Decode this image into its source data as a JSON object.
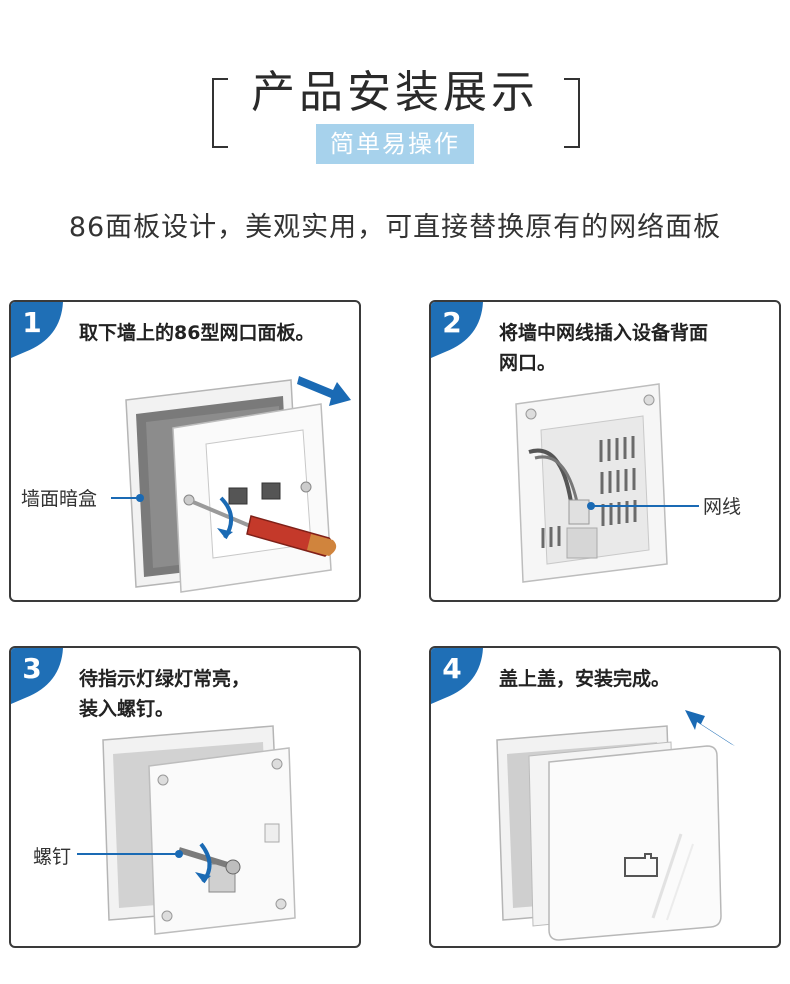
{
  "header": {
    "title": "产品安装展示",
    "subtitle": "简单易操作",
    "tagline": "86面板设计，美观实用，可直接替换原有的网络面板"
  },
  "colors": {
    "badge_blue": "#1f6fb6",
    "tag_blue": "#a7d2ec",
    "arrow_blue": "#1a6ab4"
  },
  "steps": [
    {
      "number": "1",
      "text": "取下墙上的86型网口面板。",
      "callout": "墙面暗盒"
    },
    {
      "number": "2",
      "text": "将墙中网线插入设备背面\n网口。",
      "callout": "网线"
    },
    {
      "number": "3",
      "text": "待指示灯绿灯常亮，\n装入螺钉。",
      "callout": "螺钉"
    },
    {
      "number": "4",
      "text": "盖上盖，安装完成。",
      "callout": ""
    }
  ]
}
